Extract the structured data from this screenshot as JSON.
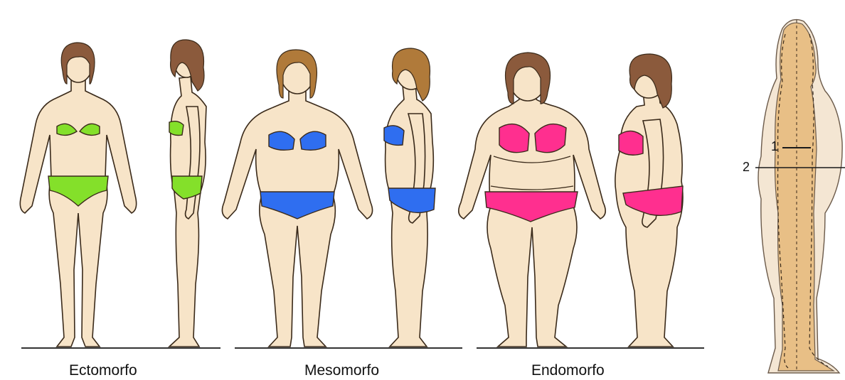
{
  "captions": {
    "ectomorph": "Ectomorfo",
    "mesomorph": "Mesomorfo",
    "endomorph": "Endomorfo"
  },
  "measure_labels": {
    "line_1": "1",
    "line_2": "2"
  },
  "colors": {
    "skin": "#f7e4c8",
    "outline": "#3a2a1a",
    "hair": "#8b5a3c",
    "hair_light": "#b07a3a",
    "ectomorph_swimsuit": "#84e02a",
    "mesomorph_swimsuit": "#2f6ef0",
    "endomorph_swimsuit": "#ff2f8f",
    "profile_inner": "#e8bf86",
    "profile_outer": "#f4e6d3",
    "ground": "#333333"
  },
  "figures": [
    {
      "group": "ectomorph",
      "view": "front"
    },
    {
      "group": "ectomorph",
      "view": "side"
    },
    {
      "group": "mesomorph",
      "view": "front"
    },
    {
      "group": "mesomorph",
      "view": "side"
    },
    {
      "group": "endomorph",
      "view": "front"
    },
    {
      "group": "endomorph",
      "view": "side"
    },
    {
      "group": "measurement",
      "view": "side-profile"
    }
  ]
}
